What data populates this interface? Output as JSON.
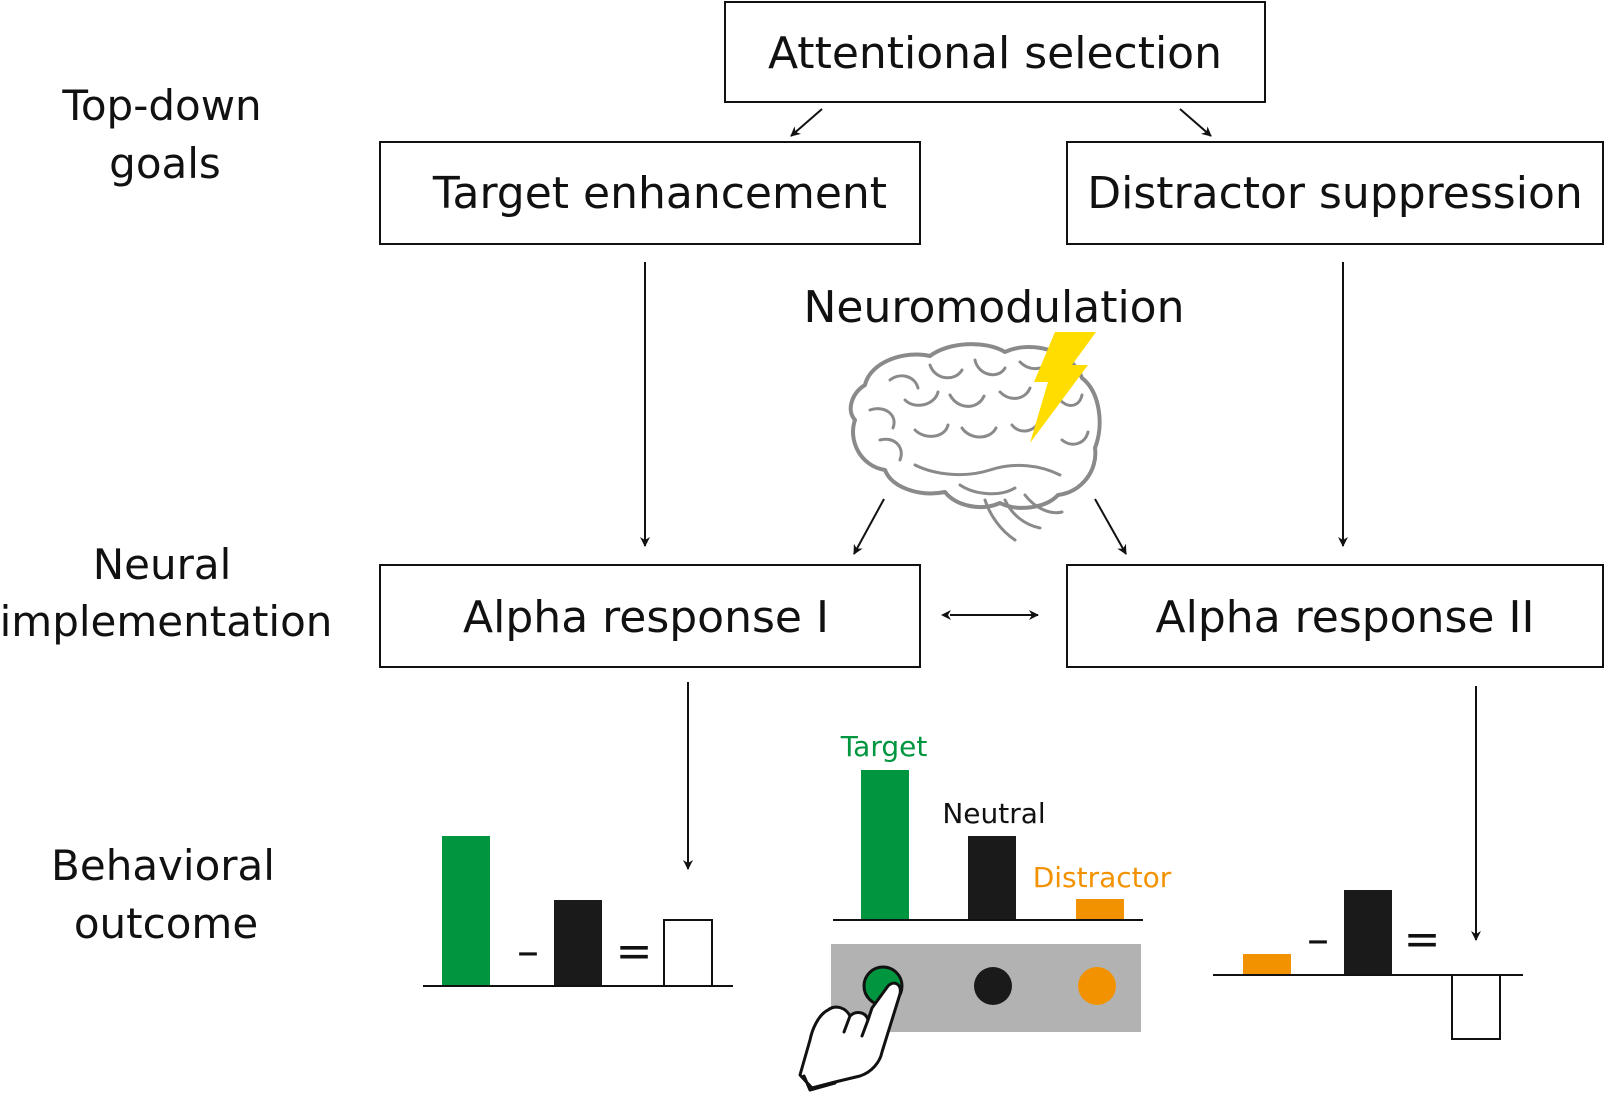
{
  "row_labels": {
    "top_down": [
      "Top-down",
      "goals"
    ],
    "neural": [
      "Neural",
      "implementation"
    ],
    "behavioral": [
      "Behavioral",
      "outcome"
    ]
  },
  "boxes": {
    "attentional_selection": "Attentional selection",
    "target_enhancement": "Target enhancement",
    "distractor_suppression": "Distractor suppression",
    "alpha_response_1": "Alpha response I",
    "alpha_response_2": "Alpha response II"
  },
  "neuromodulation": "Neuromodulation",
  "bar_labels": {
    "target": "Target",
    "neutral": "Neutral",
    "distractor": "Distractor"
  },
  "operators": {
    "minus": "–",
    "equals": "="
  },
  "colors": {
    "target": "#009640",
    "neutral": "#1a1a1a",
    "distractor": "#f39200",
    "lightning": "#ffdd00",
    "brain": "#8a8a8a",
    "panel": "#b2b2b2"
  },
  "icons": {
    "brain": "brain-icon",
    "lightning": "lightning-bolt-icon",
    "hand": "pointing-hand-icon"
  }
}
